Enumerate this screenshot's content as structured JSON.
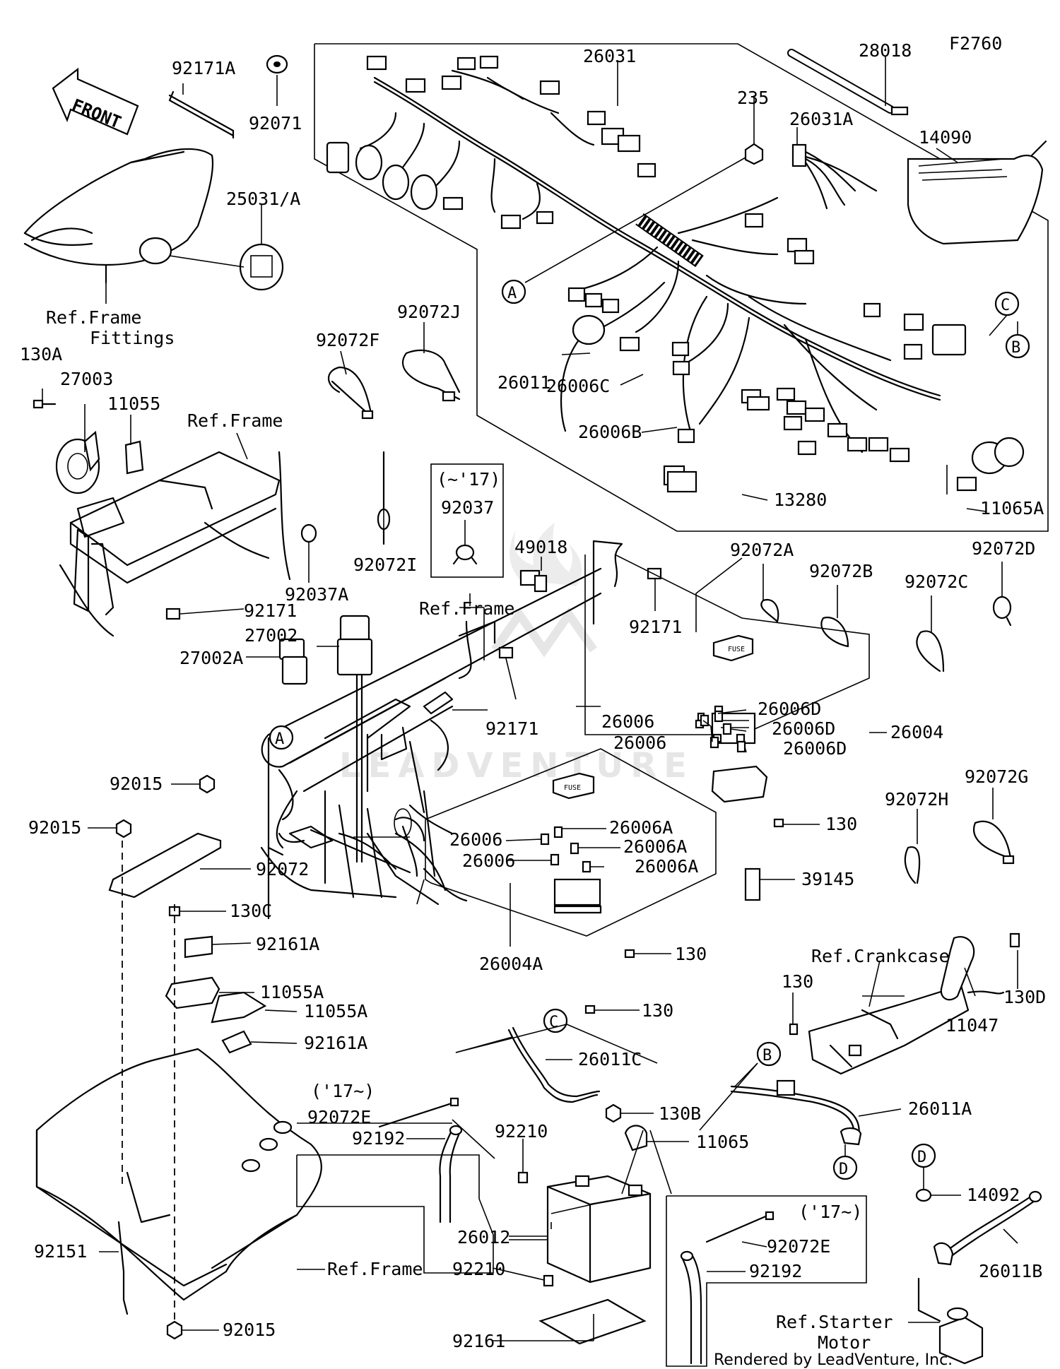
{
  "diagram_id": "F2760",
  "watermark": "LEADVENTURE",
  "footer": "Rendered by LeadVenture, Inc.",
  "front_arrow": "FRONT",
  "callouts": [
    "A",
    "B",
    "C",
    "D"
  ],
  "labels": {
    "p26031": "26031",
    "p28018": "28018",
    "p235": "235",
    "p26031A": "26031A",
    "p14090": "14090",
    "p92171A": "92171A",
    "p92071": "92071",
    "p25031A": "25031/A",
    "p26011": "26011",
    "p26006C": "26006C",
    "p26006B": "26006B",
    "p13280": "13280",
    "p11065A": "11065A",
    "p92072F": "92072F",
    "p92072J": "92072J",
    "p130A": "130A",
    "p27003": "27003",
    "p11055": "11055",
    "p17note": "(~'17)",
    "p92037": "92037",
    "p49018": "49018",
    "p92072I": "92072I",
    "p92037A": "92037A",
    "p92171_1": "92171",
    "p92171_2": "92171",
    "p92171_3": "92171",
    "p27002": "27002",
    "p27002A": "27002A",
    "p92072A": "92072A",
    "p92072B": "92072B",
    "p92072C": "92072C",
    "p92072D": "92072D",
    "p26006_a": "26006",
    "p26006_b": "26006",
    "p26006D_1": "26006D",
    "p26006D_2": "26006D",
    "p26006D_3": "26006D",
    "p26004": "26004",
    "p130_1": "130",
    "p92072H": "92072H",
    "p92072G": "92072G",
    "p92015_1": "92015",
    "p92015_2": "92015",
    "p92015_3": "92015",
    "p92072": "92072",
    "p26006_c": "26006",
    "p26006_d": "26006",
    "p26006A_1": "26006A",
    "p26006A_2": "26006A",
    "p26006A_3": "26006A",
    "p39145": "39145",
    "p130C": "130C",
    "p92161A_1": "92161A",
    "p92161A_2": "92161A",
    "p11055A_1": "11055A",
    "p11055A_2": "11055A",
    "p26004A": "26004A",
    "p130_2": "130",
    "p130_3": "130",
    "p130_4": "130",
    "p130D": "130D",
    "p11047": "11047",
    "p26011C": "26011C",
    "p130B": "130B",
    "p11065": "11065",
    "p26011A": "26011A",
    "p17note2": "('17~)",
    "p17note3": "('17~)",
    "p92072E_1": "92072E",
    "p92072E_2": "92072E",
    "p92192_1": "92192",
    "p92192_2": "92192",
    "p92210_1": "92210",
    "p92210_2": "92210",
    "p26012": "26012",
    "p14092": "14092",
    "p26011B": "26011B",
    "p92151": "92151",
    "p92161": "92161"
  },
  "refs": {
    "frame_fittings_1": "Ref.Frame",
    "frame_fittings_2": "Fittings",
    "frame_2": "Ref.Frame",
    "frame_3": "Ref.Frame",
    "frame_4": "Ref.Frame",
    "crankcase": "Ref.Crankcase",
    "starter_1": "Ref.Starter",
    "starter_2": "Motor"
  },
  "fuse_text": "FUSE"
}
